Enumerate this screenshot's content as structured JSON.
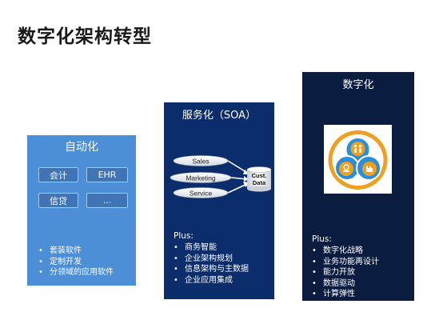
{
  "title": "数字化架构转型",
  "columns": {
    "automation": {
      "header": "自动化",
      "chips": [
        "会计",
        "EHR",
        "信贷",
        "..."
      ],
      "items": [
        "套装软件",
        "定制开发",
        "分领域的应用软件"
      ]
    },
    "soa": {
      "header": "服务化（SOA）",
      "ovals": [
        "Sales",
        "Marketing",
        "Service"
      ],
      "data_store": [
        "Cust.",
        "Data"
      ],
      "plus": "Plus:",
      "items": [
        "商务智能",
        "企业架构规划",
        "信息架构与主数据",
        "企业应用集成"
      ]
    },
    "digital": {
      "header": "数字化",
      "plus": "Plus:",
      "items": [
        "数字化战略",
        "业务功能再设计",
        "能力开放",
        "数据驱动",
        "计算弹性"
      ]
    }
  },
  "colors": {
    "automation_bg": "#4d8fd6",
    "soa_bg": "#0c2d6b",
    "digital_bg": "#0a1c40",
    "accent_orange": "#f0a020",
    "accent_blue": "#2a8fd8"
  }
}
